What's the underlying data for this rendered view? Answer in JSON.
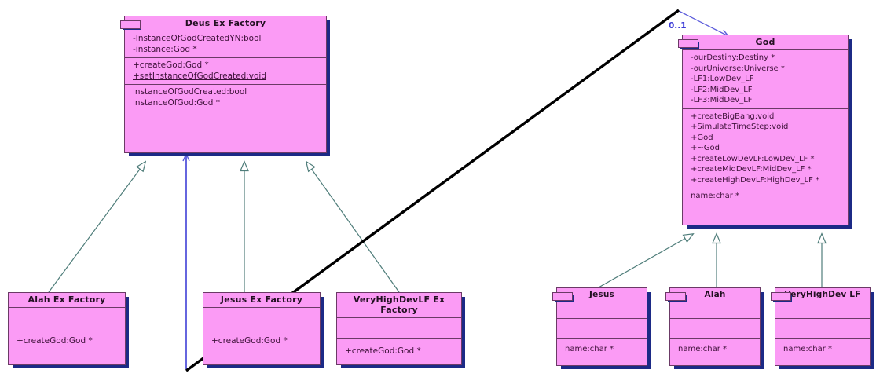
{
  "diagram": {
    "type": "uml-class-diagram",
    "colors": {
      "class_fill": "#fb9bf5",
      "class_border": "#6b3a66",
      "class_shadow": "#1c2a86",
      "generalization": "#4f7d7a",
      "association": "#3b3bd6",
      "black_line": "#000000"
    }
  },
  "classes": {
    "deus_ex_factory": {
      "name": "Deus Ex Factory",
      "attributes": [
        {
          "text": "-InstanceOfGodCreatedYN:bool",
          "static": true
        },
        {
          "text": "-instance:God *",
          "static": true
        }
      ],
      "operations": [
        {
          "text": "+createGod:God *",
          "static": false
        },
        {
          "text": "+setInstanceOfGodCreated:void",
          "static": true
        }
      ],
      "extra": [
        {
          "text": "instanceOfGodCreated:bool",
          "static": false
        },
        {
          "text": "instanceOfGod:God *",
          "static": false
        }
      ]
    },
    "god": {
      "name": "God",
      "attributes": [
        {
          "text": "-ourDestiny:Destiny *",
          "static": false
        },
        {
          "text": "-ourUniverse:Universe *",
          "static": false
        },
        {
          "text": "-LF1:LowDev_LF",
          "static": false
        },
        {
          "text": "-LF2:MidDev_LF",
          "static": false
        },
        {
          "text": "-LF3:MidDev_LF",
          "static": false
        }
      ],
      "operations": [
        {
          "text": "+createBigBang:void",
          "static": false
        },
        {
          "text": "+SimulateTimeStep:void",
          "static": false
        },
        {
          "text": "+God",
          "static": false
        },
        {
          "text": "+~God",
          "static": false
        },
        {
          "text": "+createLowDevLF:LowDev_LF *",
          "static": false
        },
        {
          "text": "+createMidDevLF:MidDev_LF *",
          "static": false
        },
        {
          "text": "+createHighDevLF:HighDev_LF *",
          "static": false
        }
      ],
      "extra": [
        {
          "text": "name:char *",
          "static": false
        }
      ]
    },
    "alah_ex_factory": {
      "name": "Alah Ex Factory",
      "attributes": [],
      "operations": [
        {
          "text": "+createGod:God *",
          "static": false
        }
      ]
    },
    "jesus_ex_factory": {
      "name": "Jesus Ex Factory",
      "attributes": [],
      "operations": [
        {
          "text": "+createGod:God *",
          "static": false
        }
      ]
    },
    "veryhighdevlf_ex_factory": {
      "name": "VeryHighDevLF Ex Factory",
      "attributes": [],
      "operations": [
        {
          "text": "+createGod:God *",
          "static": false
        }
      ]
    },
    "jesus": {
      "name": "Jesus",
      "attributes": [],
      "operations": [],
      "extra": [
        {
          "text": "name:char *",
          "static": false
        }
      ]
    },
    "alah": {
      "name": "Alah",
      "attributes": [],
      "operations": [],
      "extra": [
        {
          "text": "name:char *",
          "static": false
        }
      ]
    },
    "veryhighdev_lf": {
      "name": "VeryHighDev LF",
      "attributes": [],
      "operations": [],
      "extra": [
        {
          "text": "name:char *",
          "static": false
        }
      ]
    }
  },
  "relationships": {
    "association_multiplicity": "0..1",
    "generalizations": [
      {
        "from": "alah_ex_factory",
        "to": "deus_ex_factory"
      },
      {
        "from": "jesus_ex_factory",
        "to": "deus_ex_factory"
      },
      {
        "from": "veryhighdevlf_ex_factory",
        "to": "deus_ex_factory"
      },
      {
        "from": "jesus",
        "to": "god"
      },
      {
        "from": "alah",
        "to": "god"
      },
      {
        "from": "veryhighdev_lf",
        "to": "god"
      }
    ],
    "associations": [
      {
        "from": "deus_ex_factory",
        "to": "god",
        "multiplicity": "0..1"
      }
    ]
  }
}
